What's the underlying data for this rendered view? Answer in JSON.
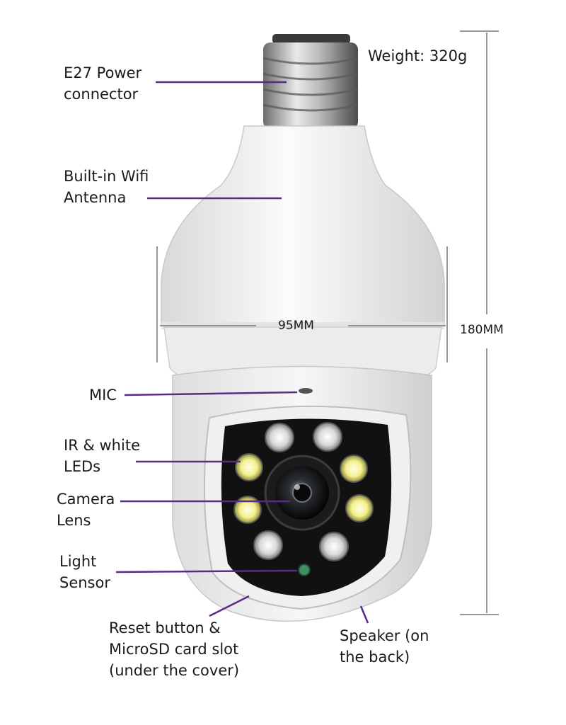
{
  "labels": {
    "power_line1": "E27  Power",
    "power_line2": "connector",
    "wifi_line1": "Built-in Wifi",
    "wifi_line2": "Antenna",
    "mic": "MIC",
    "leds_line1": "IR & white",
    "leds_line2": "LEDs",
    "lens_line1": "Camera",
    "lens_line2": "Lens",
    "sensor_line1": "Light",
    "sensor_line2": "Sensor",
    "reset_line1": "Reset button &",
    "reset_line2": "MicroSD card slot",
    "reset_line3": "(under the cover)",
    "speaker_line1": "Speaker (on",
    "speaker_line2": "the back)",
    "weight": "Weight: 320g",
    "width_dim": "95MM",
    "height_dim": "180MM"
  },
  "colors": {
    "leader_line": "#5b2a86",
    "body_white": "#f4f4f4",
    "face_black": "#111111",
    "led_warm": "#f6f2a0",
    "sensor_green": "#3f8f62"
  }
}
